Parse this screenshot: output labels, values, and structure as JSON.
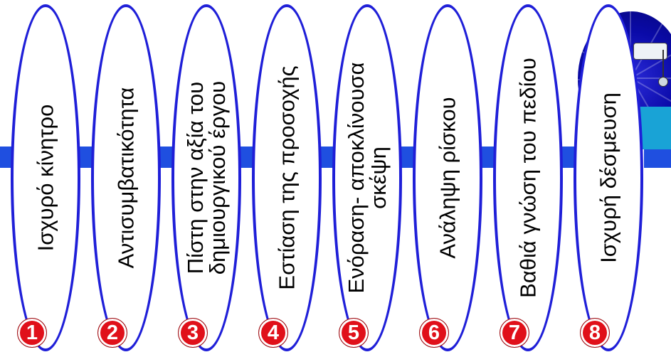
{
  "items": [
    {
      "number": "1",
      "label": "Ισχυρό κίνητρο"
    },
    {
      "number": "2",
      "label": "Αντισυμβατικότητα"
    },
    {
      "number": "3",
      "label": "Πίστη στην αξία του δημιουργικού έργου"
    },
    {
      "number": "4",
      "label": "Εστίαση της προσοχής"
    },
    {
      "number": "5",
      "label": "Ενόραση- αποκλίνουσα σκέψη"
    },
    {
      "number": "6",
      "label": "Ανάληψη ρίσκου"
    },
    {
      "number": "7",
      "label": "Βαθιά γνώση του πεδίου"
    },
    {
      "number": "8",
      "label": "Ισχυρή δέσμευση"
    }
  ],
  "colors": {
    "connector_bar": "#1f4fe0",
    "oval_border": "#1f1fd8",
    "badge": "#e0101a"
  },
  "icons": [
    "thinking-person-clipart"
  ]
}
